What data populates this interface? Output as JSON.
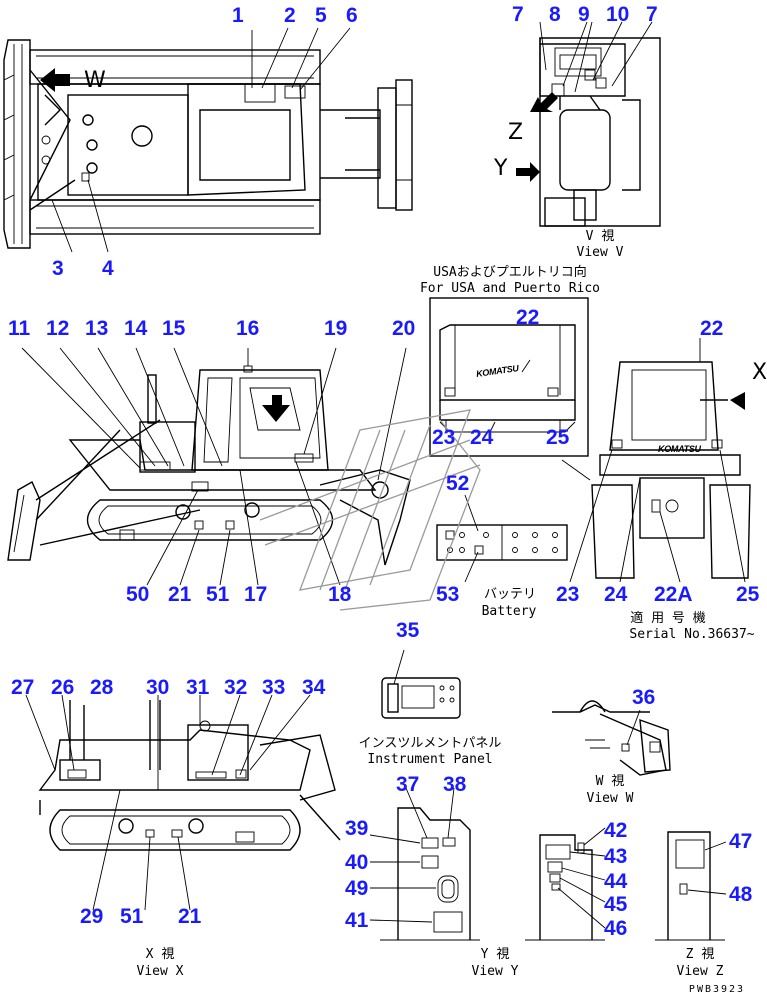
{
  "callouts": {
    "c1": "1",
    "c2": "2",
    "c5": "5",
    "c6": "6",
    "c3": "3",
    "c4": "4",
    "c7a": "7",
    "c8": "8",
    "c9": "9",
    "c10": "10",
    "c7b": "7",
    "c11": "11",
    "c12": "12",
    "c13": "13",
    "c14": "14",
    "c15": "15",
    "c16": "16",
    "c19": "19",
    "c20": "20",
    "c50": "50",
    "c21a": "21",
    "c51a": "51",
    "c17": "17",
    "c18": "18",
    "c22a": "22",
    "c23a": "23",
    "c24a": "24",
    "c25a": "25",
    "c52": "52",
    "c53": "53",
    "c22b": "22",
    "c23b": "23",
    "c24b": "24",
    "c22A": "22A",
    "c25b": "25",
    "c35": "35",
    "c36": "36",
    "c27": "27",
    "c26": "26",
    "c28": "28",
    "c30": "30",
    "c31": "31",
    "c32": "32",
    "c33": "33",
    "c34": "34",
    "c29": "29",
    "c51b": "51",
    "c21b": "21",
    "c37": "37",
    "c38": "38",
    "c39": "39",
    "c40": "40",
    "c49": "49",
    "c41": "41",
    "c42": "42",
    "c43": "43",
    "c44": "44",
    "c45": "45",
    "c46": "46",
    "c47": "47",
    "c48": "48"
  },
  "views": {
    "view_v_jp": "V 視",
    "view_v_en": "View V",
    "usa_jp": "USAおよびプエルトリコ向",
    "usa_en": "For USA and Puerto Rico",
    "battery_jp": "バッテリ",
    "battery_en": "Battery",
    "serial_jp": "適 用 号 機",
    "serial_en": "Serial No.36637~",
    "instrument_jp": "インスツルメントパネル",
    "instrument_en": "Instrument Panel",
    "view_w_jp": "W 視",
    "view_w_en": "View W",
    "view_x_jp": "X 視",
    "view_x_en": "View X",
    "view_y_jp": "Y 視",
    "view_y_en": "View Y",
    "view_z_jp": "Z 視",
    "view_z_en": "View Z"
  },
  "letters": {
    "w": "W",
    "z": "Z",
    "y": "Y",
    "x": "X"
  },
  "brand": "KOMATSU",
  "drawing_code": "PWB3923",
  "colors": {
    "callout": "#1a1aff",
    "line": "#000000",
    "watermark": "#9a9a9a"
  }
}
